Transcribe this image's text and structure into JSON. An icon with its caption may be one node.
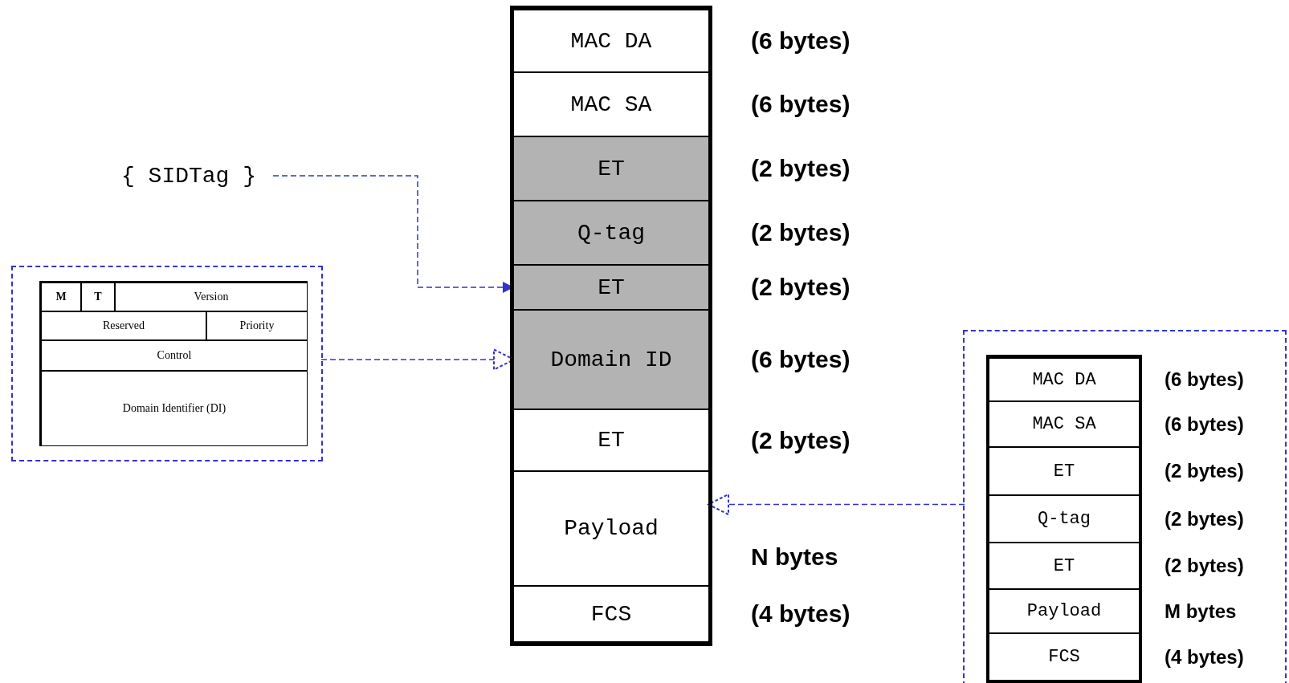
{
  "diagram": {
    "nodes": [
      {
        "text": [],
        "shape": "box"
      },
      {
        "text": [
          "MAC DA"
        ],
        "in": 0,
        "beside": [
          "(6 bytes)"
        ]
      },
      {
        "text": [
          "MAC SA"
        ],
        "in": 0,
        "beside": [
          "(6 bytes)"
        ]
      },
      {
        "text": [
          "ET"
        ],
        "in": 0,
        "beside": [
          "(2 bytes)"
        ]
      },
      {
        "text": [
          "Q-tag"
        ],
        "in": 0,
        "beside": [
          "(2 bytes)"
        ]
      },
      {
        "text": [
          "ET"
        ],
        "in": 0,
        "beside": [
          "(2 bytes)"
        ]
      },
      {
        "text": [
          "Domain ID"
        ],
        "in": 0,
        "beside": [
          "(6 bytes)"
        ]
      },
      {
        "text": [
          "ET"
        ],
        "in": 0,
        "beside": [
          "(2 bytes)"
        ]
      },
      {
        "text": [
          "Payload"
        ],
        "in": 0,
        "beside": [
          "N bytes"
        ]
      },
      {
        "text": [
          "FCS"
        ],
        "in": 0,
        "beside": [
          "(4 bytes)"
        ]
      },
      {
        "text": [
          "{ SIDTag }"
        ]
      },
      {
        "text": [],
        "shape": "box"
      },
      {
        "text": [
          "M"
        ],
        "in": 11
      },
      {
        "text": [
          "T"
        ],
        "in": 11
      },
      {
        "text": [
          "Version"
        ],
        "in": 11
      },
      {
        "text": [
          "Reserved"
        ],
        "in": 11
      },
      {
        "text": [
          "Priority"
        ],
        "in": 11
      },
      {
        "text": [
          "Control"
        ],
        "in": 11
      },
      {
        "text": [
          "Domain Identifier (DI)"
        ],
        "in": 11
      },
      {
        "text": [],
        "shape": "box"
      },
      {
        "text": [],
        "shape": "box",
        "in": 19
      },
      {
        "text": [
          "MAC DA"
        ],
        "in": 20,
        "beside": [
          "(6 bytes)"
        ]
      },
      {
        "text": [
          "MAC SA"
        ],
        "in": 20,
        "beside": [
          "(6 bytes)"
        ]
      },
      {
        "text": [
          "ET"
        ],
        "in": 20,
        "beside": [
          "(2 bytes)"
        ]
      },
      {
        "text": [
          "Q-tag"
        ],
        "in": 20,
        "beside": [
          "(2 bytes)"
        ]
      },
      {
        "text": [
          "ET"
        ],
        "in": 20,
        "beside": [
          "(2 bytes)"
        ]
      },
      {
        "text": [
          "Payload"
        ],
        "in": 20,
        "beside": [
          "M bytes"
        ]
      },
      {
        "text": [
          "FCS"
        ],
        "in": 20,
        "beside": [
          "(4 bytes)"
        ]
      }
    ],
    "edges": [
      {
        "from": 10,
        "to": 5,
        "arrow": "to",
        "style": "dashed"
      },
      {
        "from": 11,
        "to": 6,
        "arrow": "to",
        "style": "dashed"
      },
      {
        "from": 19,
        "to": 8,
        "arrow": "to",
        "style": "dashed"
      }
    ]
  }
}
